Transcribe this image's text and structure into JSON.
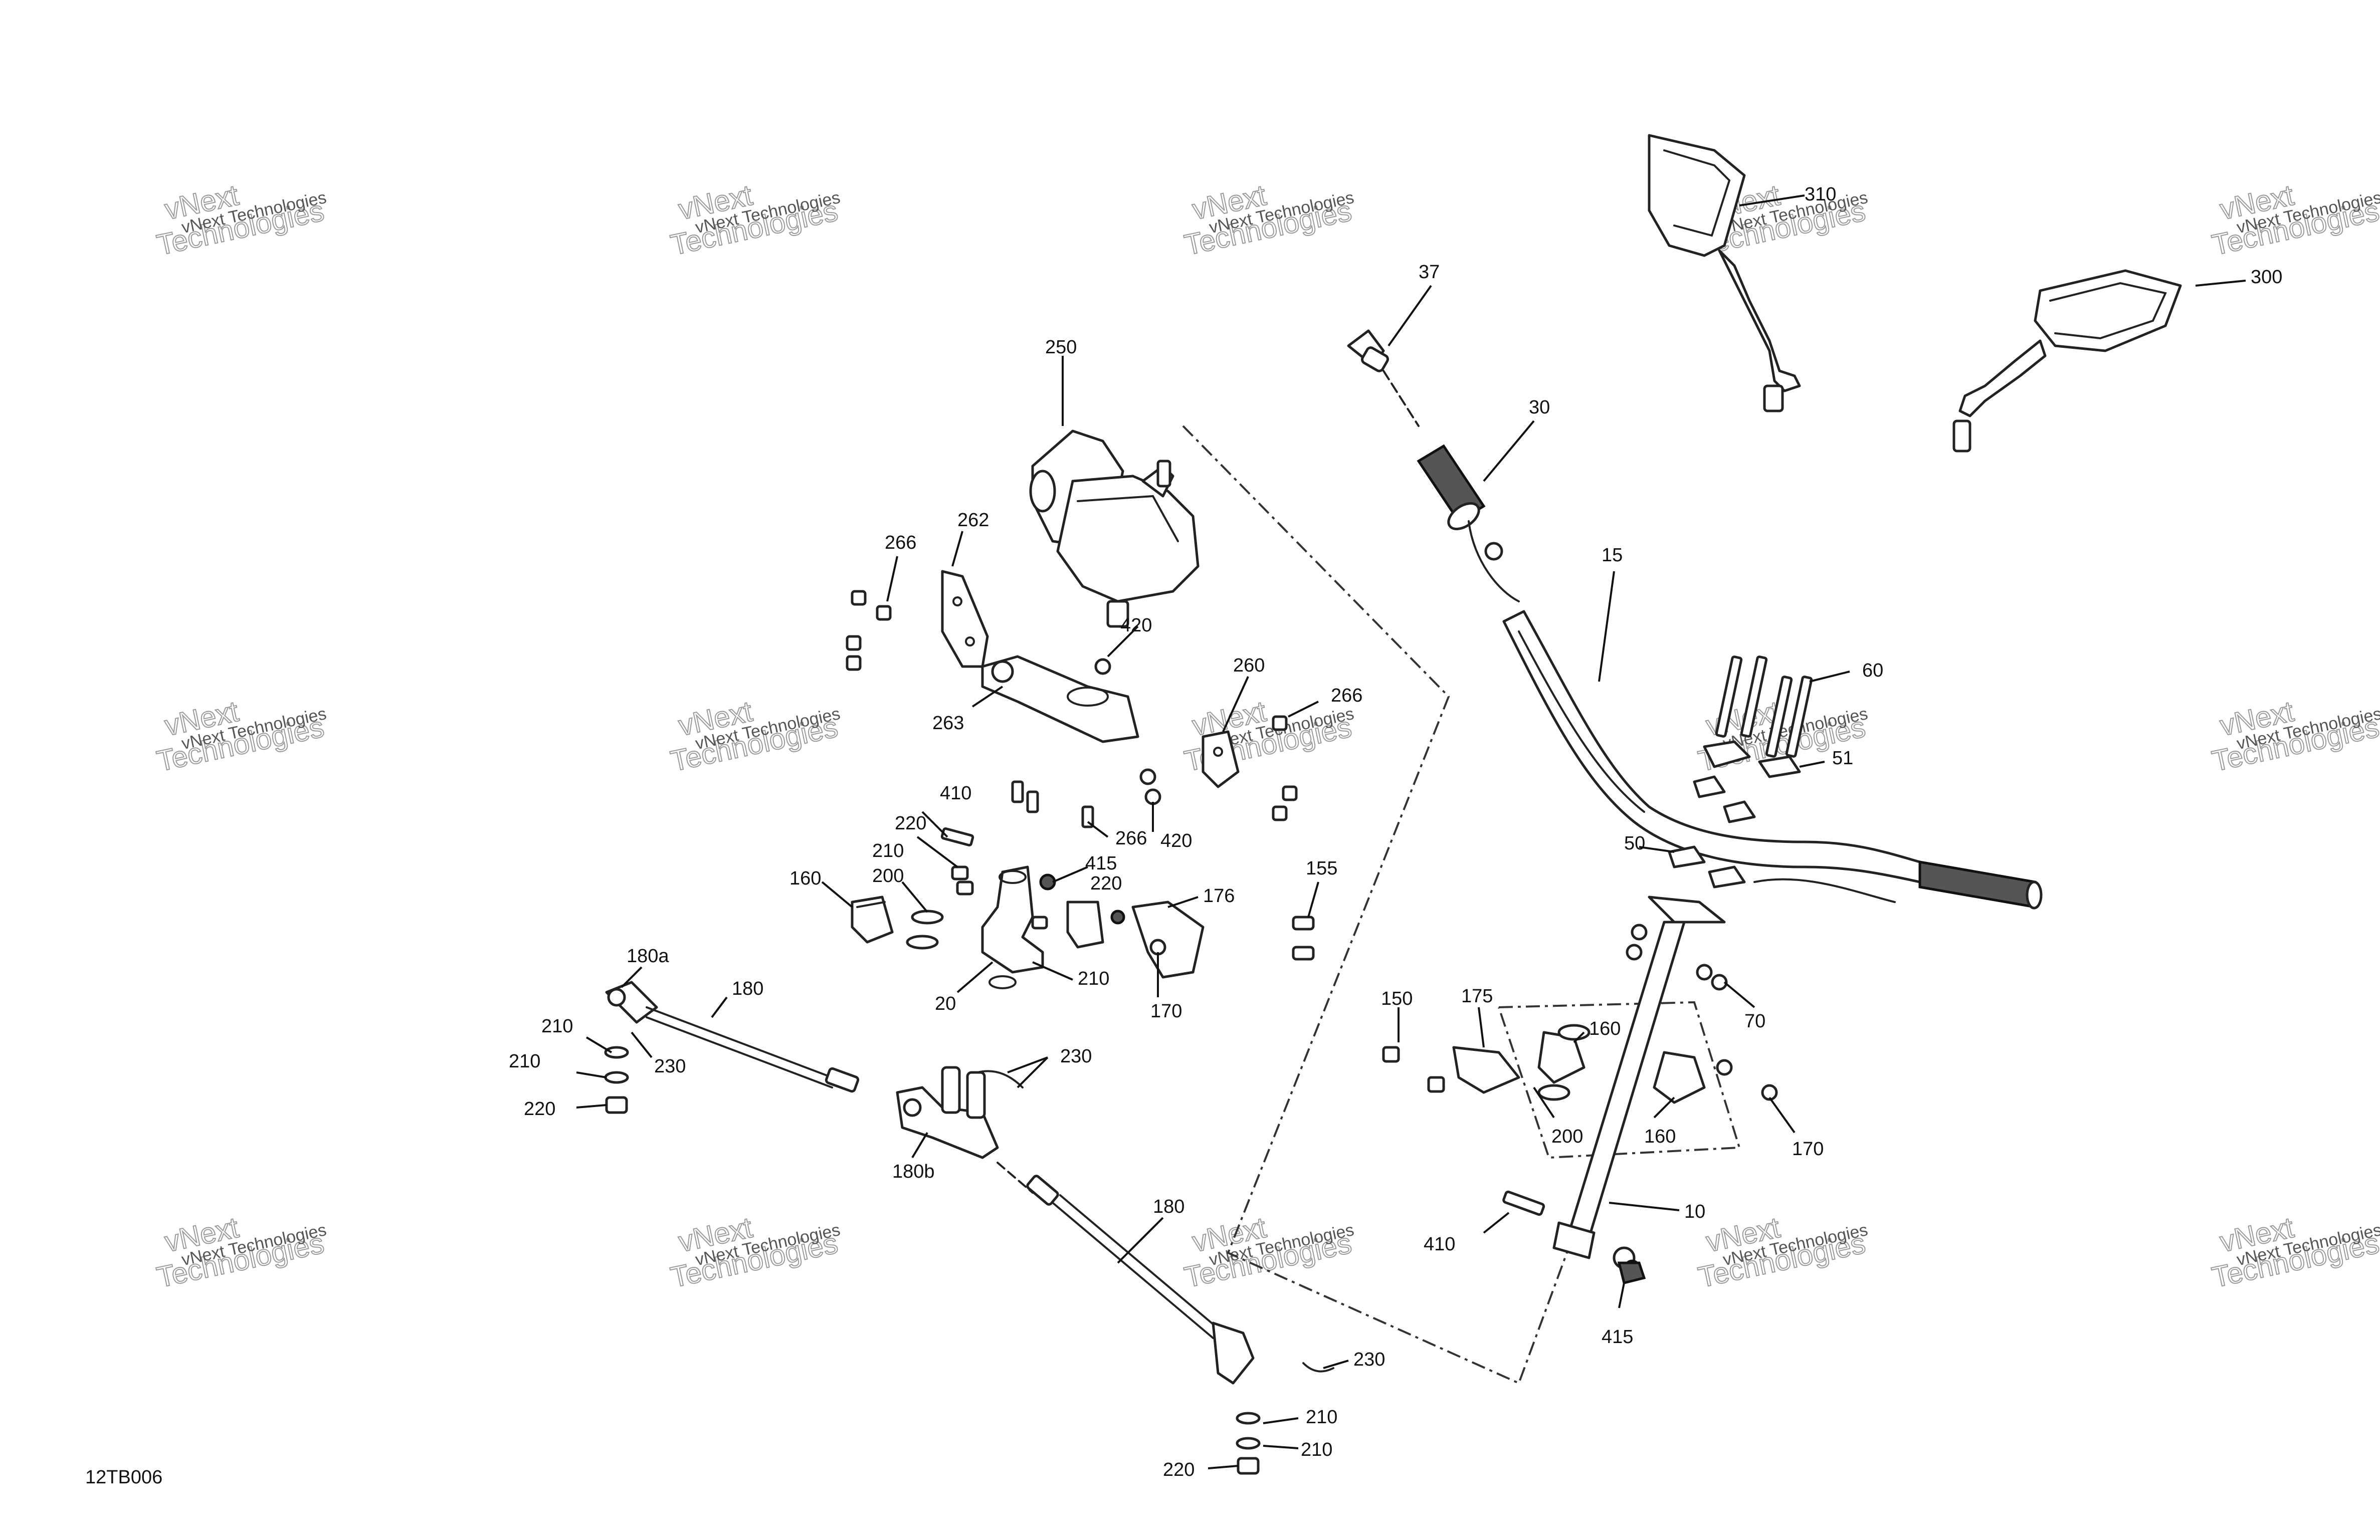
{
  "diagram": {
    "code": "12TB006",
    "watermark": {
      "line1": "vNext Technologies",
      "line2": "vNext",
      "line3": "Technologies"
    },
    "callouts": [
      {
        "id": "c310",
        "label": "310"
      },
      {
        "id": "c300",
        "label": "300"
      },
      {
        "id": "c37",
        "label": "37"
      },
      {
        "id": "c250",
        "label": "250"
      },
      {
        "id": "c30",
        "label": "30"
      },
      {
        "id": "c262",
        "label": "262"
      },
      {
        "id": "c266a",
        "label": "266"
      },
      {
        "id": "c15",
        "label": "15"
      },
      {
        "id": "c420a",
        "label": "420"
      },
      {
        "id": "c260",
        "label": "260"
      },
      {
        "id": "c266b",
        "label": "266"
      },
      {
        "id": "c60",
        "label": "60"
      },
      {
        "id": "c263",
        "label": "263"
      },
      {
        "id": "c51",
        "label": "51"
      },
      {
        "id": "c410a",
        "label": "410"
      },
      {
        "id": "c420b",
        "label": "420"
      },
      {
        "id": "c266c",
        "label": "266"
      },
      {
        "id": "c220a",
        "label": "220"
      },
      {
        "id": "c415a",
        "label": "415"
      },
      {
        "id": "c210a",
        "label": "210"
      },
      {
        "id": "c220b",
        "label": "220"
      },
      {
        "id": "c50",
        "label": "50"
      },
      {
        "id": "c160a",
        "label": "160"
      },
      {
        "id": "c200a",
        "label": "200"
      },
      {
        "id": "c176",
        "label": "176"
      },
      {
        "id": "c155",
        "label": "155"
      },
      {
        "id": "c180a",
        "label": "180a"
      },
      {
        "id": "c210b",
        "label": "210"
      },
      {
        "id": "c20",
        "label": "20"
      },
      {
        "id": "c180",
        "label": "180"
      },
      {
        "id": "c170a",
        "label": "170"
      },
      {
        "id": "c150",
        "label": "150"
      },
      {
        "id": "c175",
        "label": "175"
      },
      {
        "id": "c70",
        "label": "70"
      },
      {
        "id": "c160b",
        "label": "160"
      },
      {
        "id": "c210c",
        "label": "210"
      },
      {
        "id": "c230a",
        "label": "230"
      },
      {
        "id": "c230b",
        "label": "230"
      },
      {
        "id": "c210d",
        "label": "210"
      },
      {
        "id": "c220c",
        "label": "220"
      },
      {
        "id": "c200b",
        "label": "200"
      },
      {
        "id": "c160c",
        "label": "160"
      },
      {
        "id": "c170b",
        "label": "170"
      },
      {
        "id": "c180b",
        "label": "180b"
      },
      {
        "id": "c10",
        "label": "10"
      },
      {
        "id": "c180c",
        "label": "180"
      },
      {
        "id": "c410b",
        "label": "410"
      },
      {
        "id": "c415b",
        "label": "415"
      },
      {
        "id": "c230c",
        "label": "230"
      },
      {
        "id": "c210e",
        "label": "210"
      },
      {
        "id": "c220d",
        "label": "220"
      },
      {
        "id": "c210f",
        "label": "210"
      }
    ]
  }
}
